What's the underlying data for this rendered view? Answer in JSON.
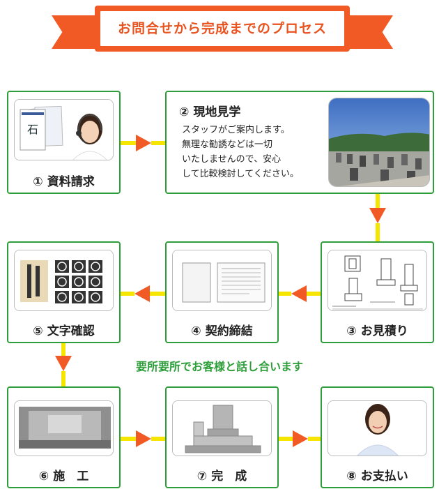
{
  "banner": {
    "title": "お問合せから完成までのプロセス"
  },
  "steps": [
    {
      "num": "①",
      "label": "資料請求"
    },
    {
      "num": "②",
      "label": "現地見学",
      "desc": [
        "スタッフがご案内します。",
        "無理な勧誘などは一切",
        "いたしませんので、安心",
        "して比較検討してください。"
      ]
    },
    {
      "num": "③",
      "label": "お見積り"
    },
    {
      "num": "④",
      "label": "契約締結"
    },
    {
      "num": "⑤",
      "label": "文字確認"
    },
    {
      "num": "⑥",
      "label": "施　工"
    },
    {
      "num": "⑦",
      "label": "完　成"
    },
    {
      "num": "⑧",
      "label": "お支払い"
    }
  ],
  "note": "要所要所でお客様と話し合います",
  "brochure_text": "石",
  "colors": {
    "accent": "#f15a24",
    "border": "#2e9e3a",
    "connector": "#f5e500",
    "note": "#2e9e3a"
  }
}
